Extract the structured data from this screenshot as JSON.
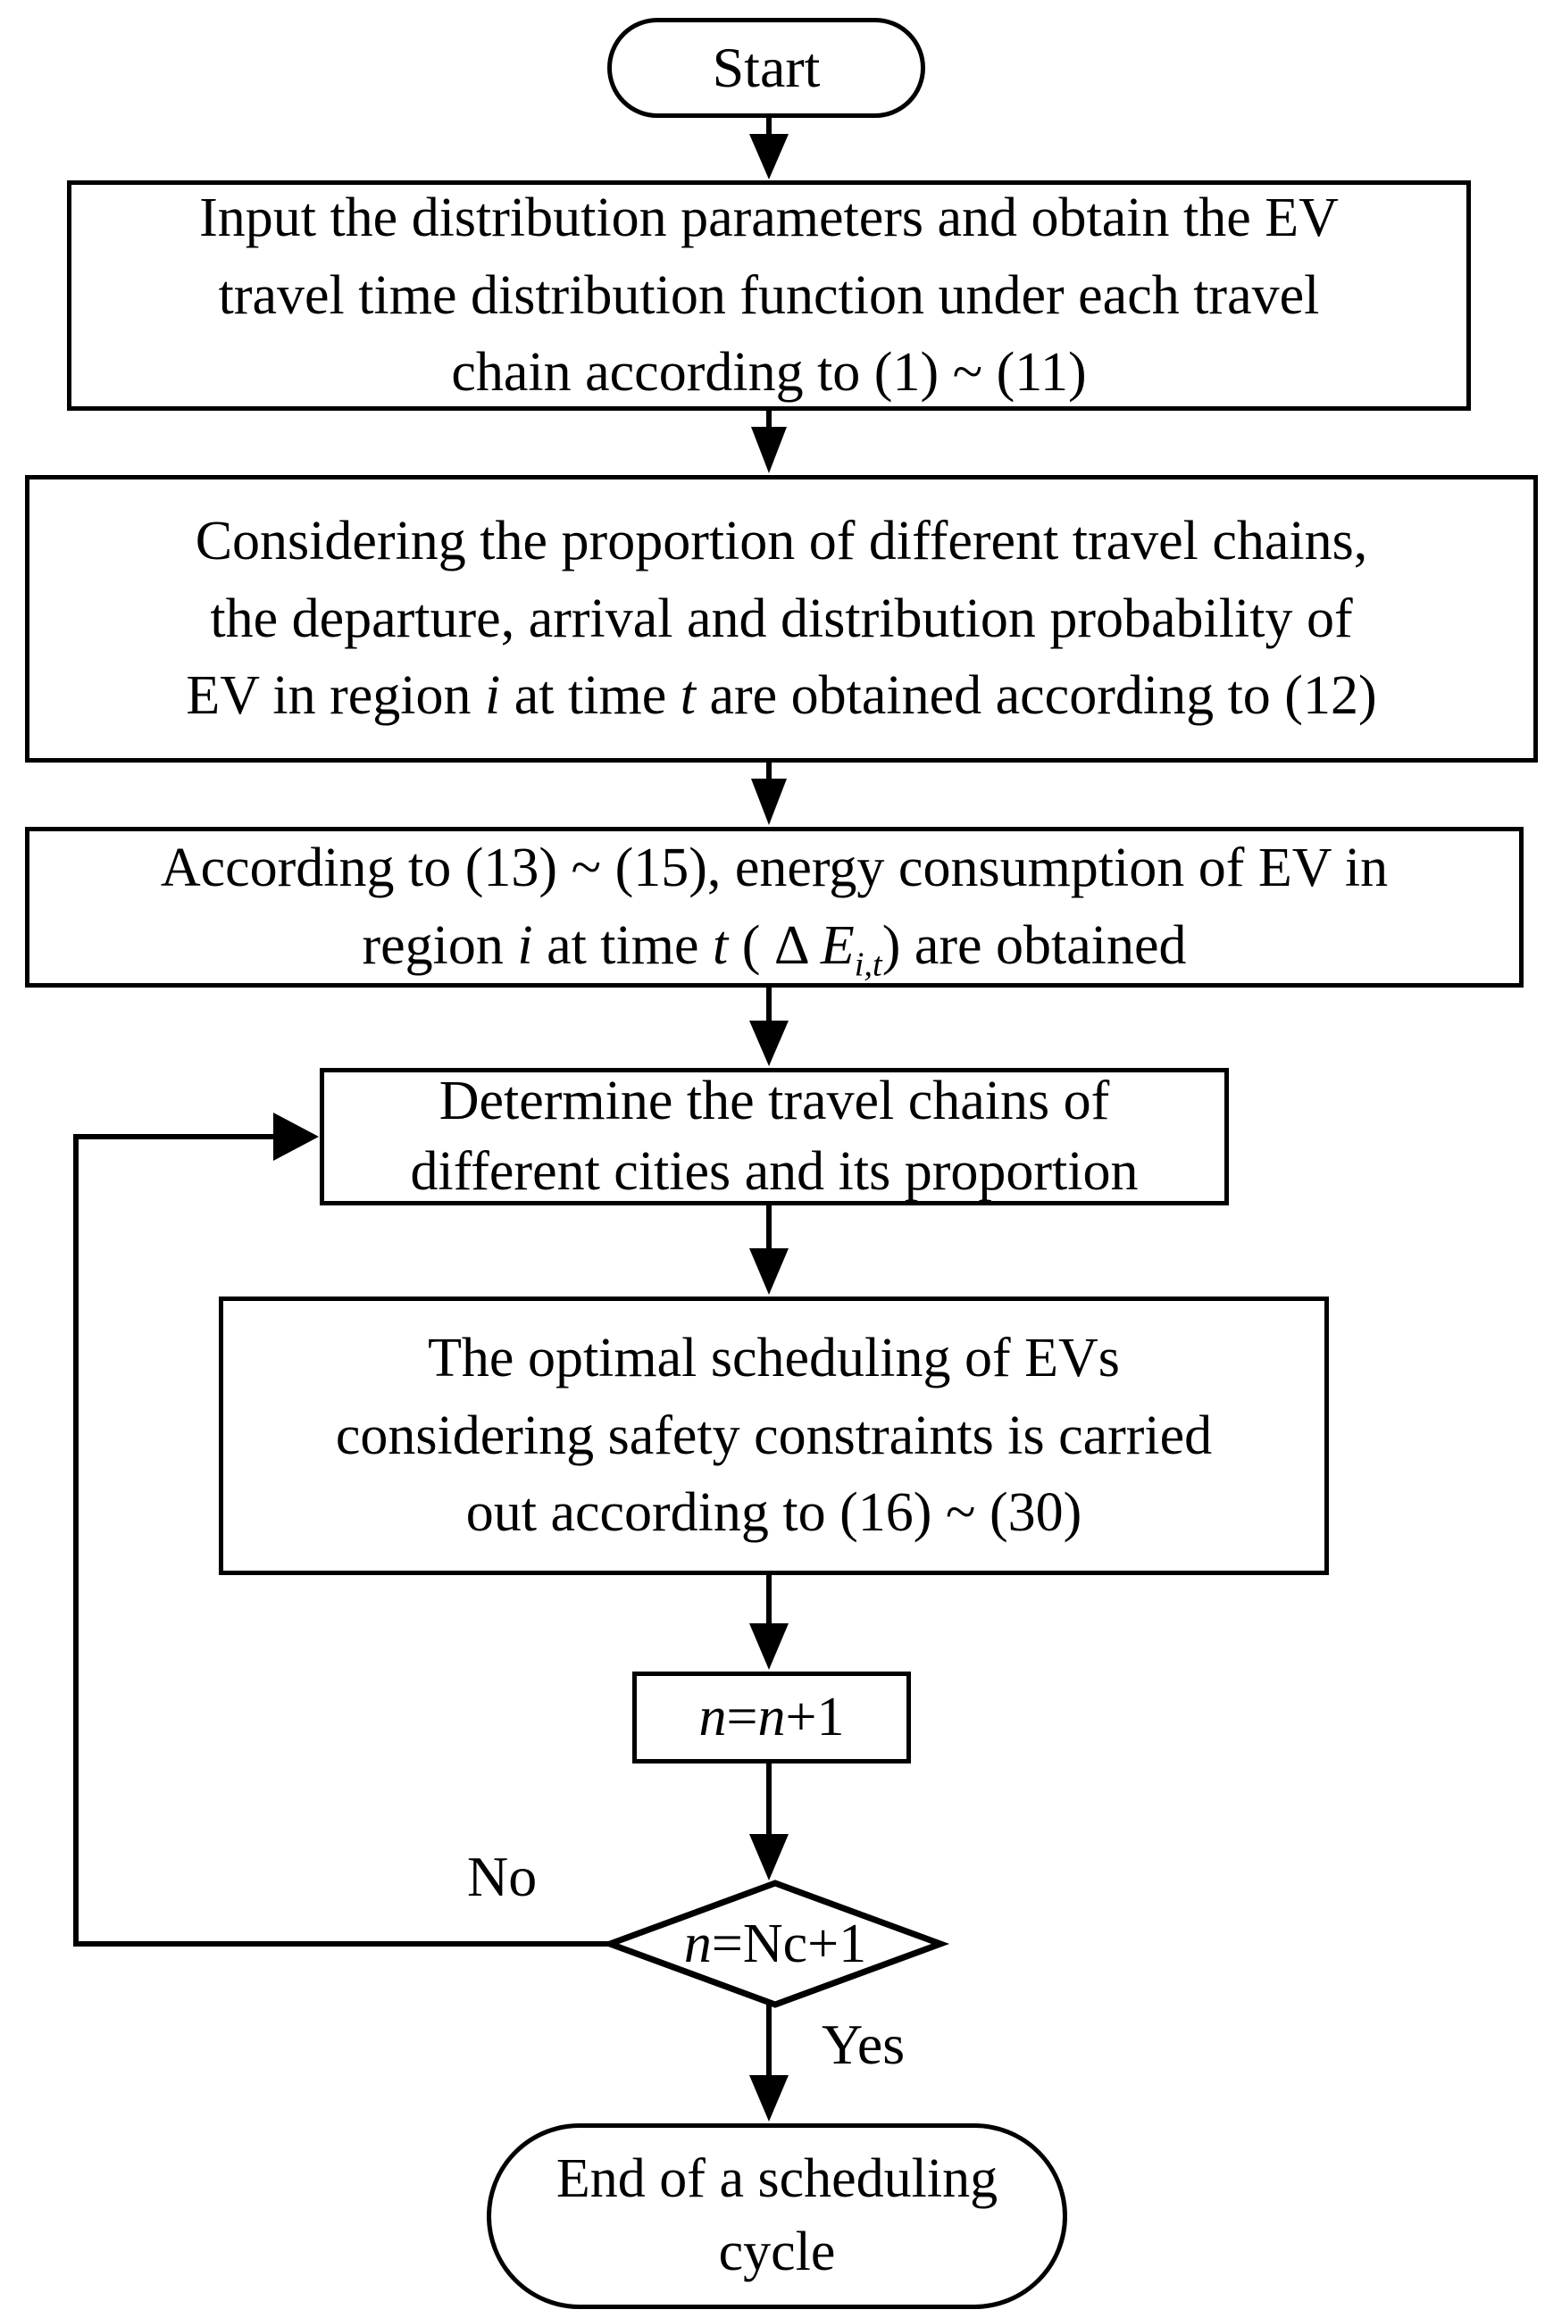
{
  "colors": {
    "ink": "#000000",
    "background": "#ffffff"
  },
  "flow": {
    "start": {
      "label": "Start"
    },
    "step_input": {
      "html": "Input the distribution parameters and obtain the EV<br>travel time distribution function under each travel<br>chain according to (1) ~ (11)"
    },
    "step_proportion": {
      "html": "Considering the proportion of different travel chains,<br>the departure, arrival and distribution probability of<br>EV in region <i>i</i> at time <i>t</i> are obtained according to (12)"
    },
    "step_energy": {
      "html": "According to (13) ~ (15), energy consumption of EV in<br>region <i>i</i> at time <i>t</i> ( Δ <i>E<sub>i,t</sub></i>) are obtained"
    },
    "step_travel_chains": {
      "html": "Determine the travel chains of<br>different cities and its proportion"
    },
    "step_scheduling": {
      "html": "The optimal scheduling of EVs<br>considering safety constraints is carried<br>out according to (16) ~ (30)"
    },
    "step_increment": {
      "html": "<i>n</i>=<i>n</i>+1"
    },
    "decision_cycle": {
      "html": "<i>n</i>=Nc+1"
    },
    "end": {
      "html": "End of a scheduling<br>cycle"
    },
    "edge_labels": {
      "no": "No",
      "yes": "Yes"
    }
  }
}
